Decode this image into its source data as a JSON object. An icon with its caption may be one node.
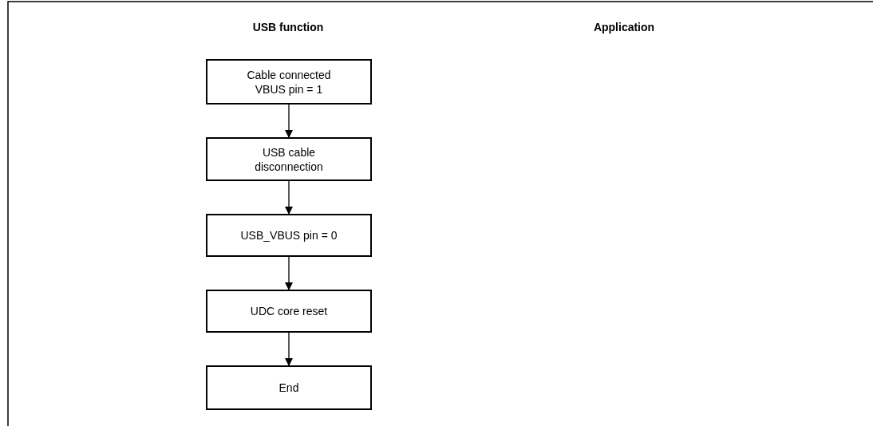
{
  "diagram": {
    "nodes": [
      {
        "text": [
          "Cable connected VBUS pin = 1"
        ]
      },
      {
        "text": [
          "USB cable disconnection"
        ]
      },
      {
        "text": [
          "USB_VBUS pin = 0"
        ]
      },
      {
        "text": [
          "UDC core reset"
        ]
      },
      {
        "text": [
          "End"
        ]
      }
    ],
    "edges": [
      {
        "from": 0,
        "to": 1,
        "arrow": "to"
      },
      {
        "from": 1,
        "to": 2,
        "arrow": "to"
      },
      {
        "from": 2,
        "to": 3,
        "arrow": "to"
      },
      {
        "from": 3,
        "to": 4,
        "arrow": "to"
      }
    ],
    "labels": [
      "USB function",
      "Application"
    ]
  }
}
